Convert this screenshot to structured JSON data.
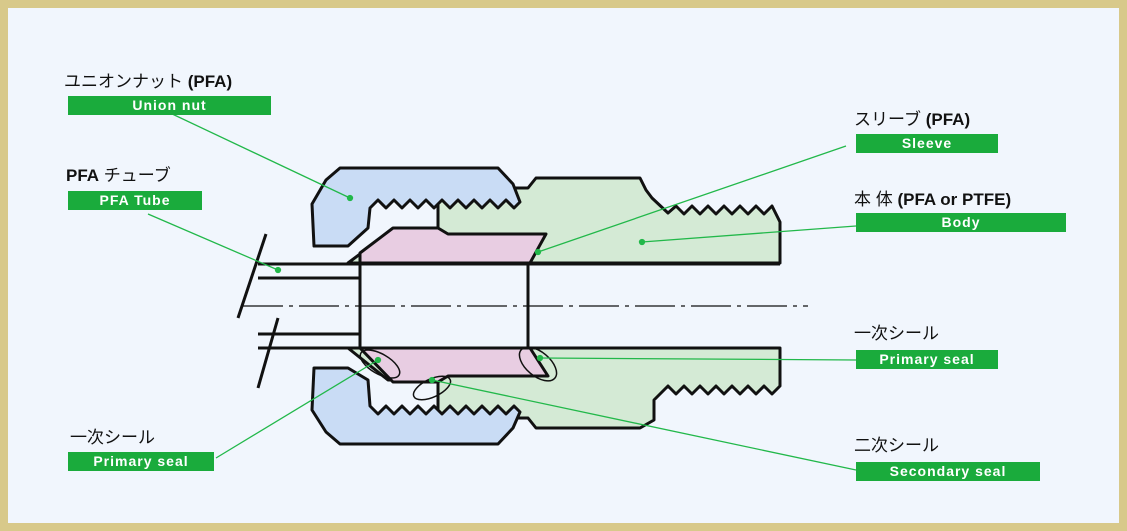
{
  "labels": {
    "union_nut": {
      "jp": "ユニオンナット",
      "paren": "(PFA)",
      "en": "Union nut"
    },
    "pfa_tube": {
      "jp_pre": "PFA",
      "jp": "チューブ",
      "en": "PFA Tube"
    },
    "sleeve": {
      "jp": "スリーブ",
      "paren": "(PFA)",
      "en": "Sleeve"
    },
    "body": {
      "jp": "本 体",
      "paren": "(PFA or PTFE)",
      "en": "Body"
    },
    "primary_seal_right": {
      "jp": "一次シール",
      "en": "Primary seal"
    },
    "primary_seal_left": {
      "jp": "一次シール",
      "en": "Primary seal"
    },
    "secondary_seal": {
      "jp": "二次シール",
      "en": "Secondary seal"
    }
  },
  "colors": {
    "background": "#f1f6fd",
    "border": "#d8c98a",
    "union_nut_fill": "#c9dcf5",
    "sleeve_fill": "#e8cde2",
    "body_fill": "#d4ead5",
    "tag_fill": "#1aab3c",
    "leader_line": "#22b84a"
  }
}
